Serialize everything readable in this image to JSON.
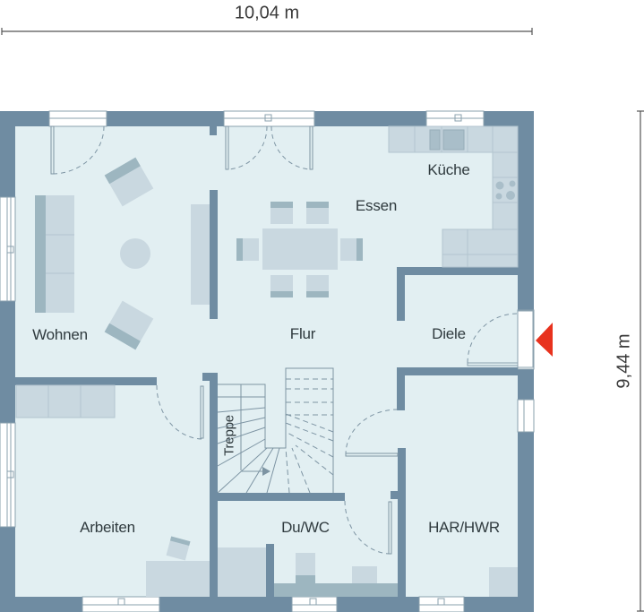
{
  "plan": {
    "width_dimension": "10,04 m",
    "height_dimension": "9,44 m",
    "colors": {
      "wall": "#6f8ca2",
      "floor": "#e2eff2",
      "furniture": "#c9d8e0",
      "furniture_accent": "#9db6c0",
      "line": "#7d94a3",
      "entrance_marker": "#e8321e",
      "text": "#2f3a3e"
    },
    "rooms": [
      {
        "id": "wohnen",
        "label": "Wohnen"
      },
      {
        "id": "essen",
        "label": "Essen"
      },
      {
        "id": "kueche",
        "label": "Küche"
      },
      {
        "id": "flur",
        "label": "Flur"
      },
      {
        "id": "diele",
        "label": "Diele"
      },
      {
        "id": "treppe",
        "label": "Treppe"
      },
      {
        "id": "arbeiten",
        "label": "Arbeiten"
      },
      {
        "id": "duwc",
        "label": "Du/WC"
      },
      {
        "id": "harhwr",
        "label": "HAR/HWR"
      }
    ],
    "entrance_icon": "entrance-triangle-icon"
  }
}
